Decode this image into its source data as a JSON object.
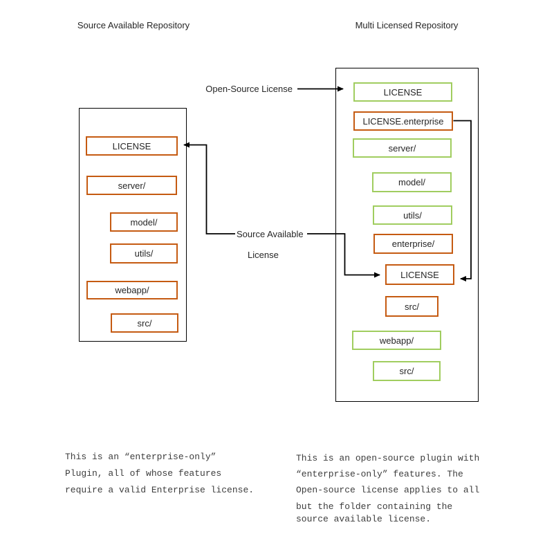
{
  "colors": {
    "green_border": "#a0cd5f",
    "orange_border": "#c55a11",
    "line": "#000000",
    "text": "#262626",
    "note_text": "#3d3d3d"
  },
  "left_repo": {
    "title": "Source Available Repository",
    "items": [
      {
        "label": "LICENSE",
        "border": "orange"
      },
      {
        "label": "server/",
        "border": "orange"
      },
      {
        "label": "model/",
        "border": "orange"
      },
      {
        "label": "utils/",
        "border": "orange"
      },
      {
        "label": "webapp/",
        "border": "orange"
      },
      {
        "label": "src/",
        "border": "orange"
      }
    ],
    "note_lines": [
      "This is an “enterprise-only”",
      "Plugin, all of whose features",
      "require a valid Enterprise license."
    ]
  },
  "right_repo": {
    "title": "Multi Licensed Repository",
    "items": [
      {
        "label": "LICENSE",
        "border": "green"
      },
      {
        "label": "LICENSE.enterprise",
        "border": "orange"
      },
      {
        "label": "server/",
        "border": "green"
      },
      {
        "label": "model/",
        "border": "green"
      },
      {
        "label": "utils/",
        "border": "green"
      },
      {
        "label": "enterprise/",
        "border": "orange"
      },
      {
        "label": "LICENSE",
        "border": "orange"
      },
      {
        "label": "src/",
        "border": "orange"
      },
      {
        "label": "webapp/",
        "border": "green"
      },
      {
        "label": "src/",
        "border": "green"
      }
    ],
    "note_lines": [
      "This is an open-source plugin with",
      "“enterprise-only” features. The",
      "Open-source license applies to all",
      "but the folder containing the",
      "source available license."
    ]
  },
  "annotations": {
    "open_source_license": "Open-Source License",
    "source_available_line1": "Source Available",
    "source_available_line2": "License"
  }
}
